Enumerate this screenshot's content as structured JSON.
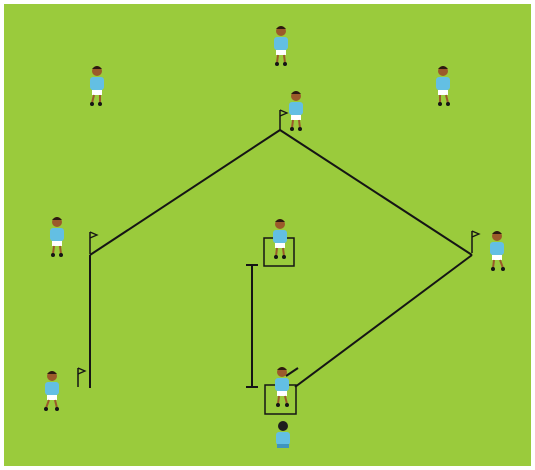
{
  "colors": {
    "field": "#9acb3c",
    "line": "#151515",
    "player_shirt": "#63bfe3",
    "player_shirt_dark": "#3f94bd",
    "player_skin": "#9b5a2a",
    "player_hair": "#2b1a10",
    "player_shorts": "#ffffff",
    "batter_shirt": "#1d1d1d"
  },
  "field": {
    "background": "grass",
    "lines": [
      "diamond-left",
      "diamond-right",
      "home-to-right-base",
      "left-sideline",
      "home-line"
    ]
  },
  "players": [
    {
      "id": "outfield-top",
      "role": "fielder"
    },
    {
      "id": "outfield-left",
      "role": "fielder"
    },
    {
      "id": "outfield-right",
      "role": "fielder"
    },
    {
      "id": "second-base",
      "role": "fielder"
    },
    {
      "id": "left-base",
      "role": "fielder"
    },
    {
      "id": "right-base",
      "role": "fielder"
    },
    {
      "id": "pitcher",
      "role": "fielder"
    },
    {
      "id": "batter",
      "role": "batter"
    },
    {
      "id": "bottom-left",
      "role": "fielder"
    },
    {
      "id": "catcher",
      "role": "catcher"
    }
  ],
  "icons": [
    "flag-icon",
    "base-square-icon",
    "player-icon"
  ]
}
